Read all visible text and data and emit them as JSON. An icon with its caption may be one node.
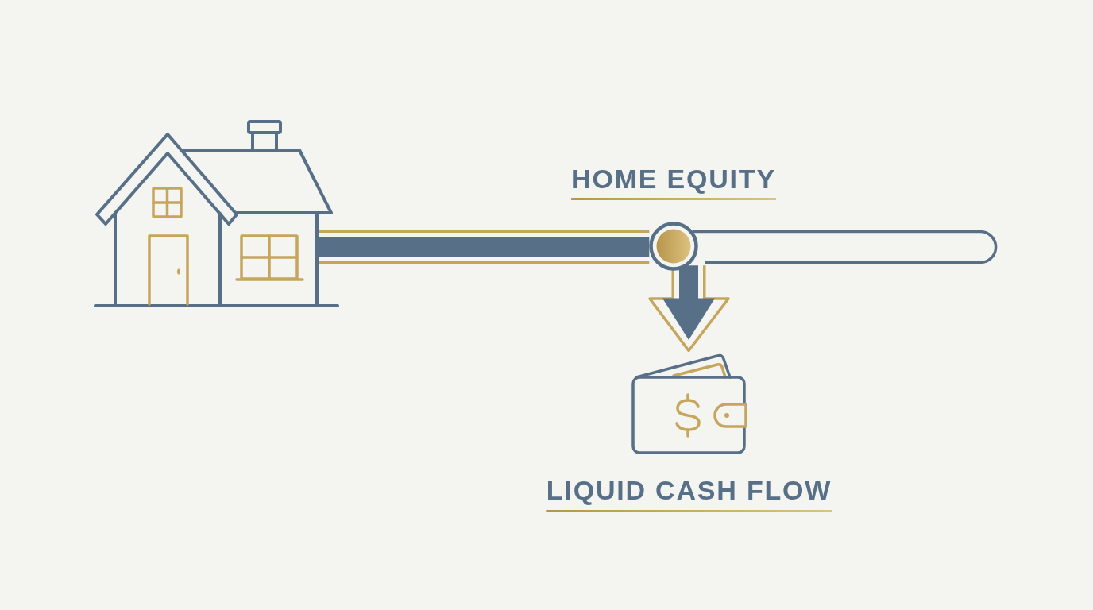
{
  "diagram": {
    "nodes": [
      {
        "text": [],
        "shape": "picture"
      },
      {
        "text": [],
        "shape": "circle"
      },
      {
        "text": [],
        "shape": "picture",
        "beside": [
          "LIQUID CASH FLOW"
        ]
      }
    ],
    "edges": [
      {
        "from": 0,
        "to": 1,
        "arrow": "none",
        "style": "thick"
      },
      {
        "from": 1,
        "to": 2,
        "arrow": "to",
        "style": "thick"
      }
    ],
    "labels": [
      "HOME EQUITY"
    ]
  }
}
